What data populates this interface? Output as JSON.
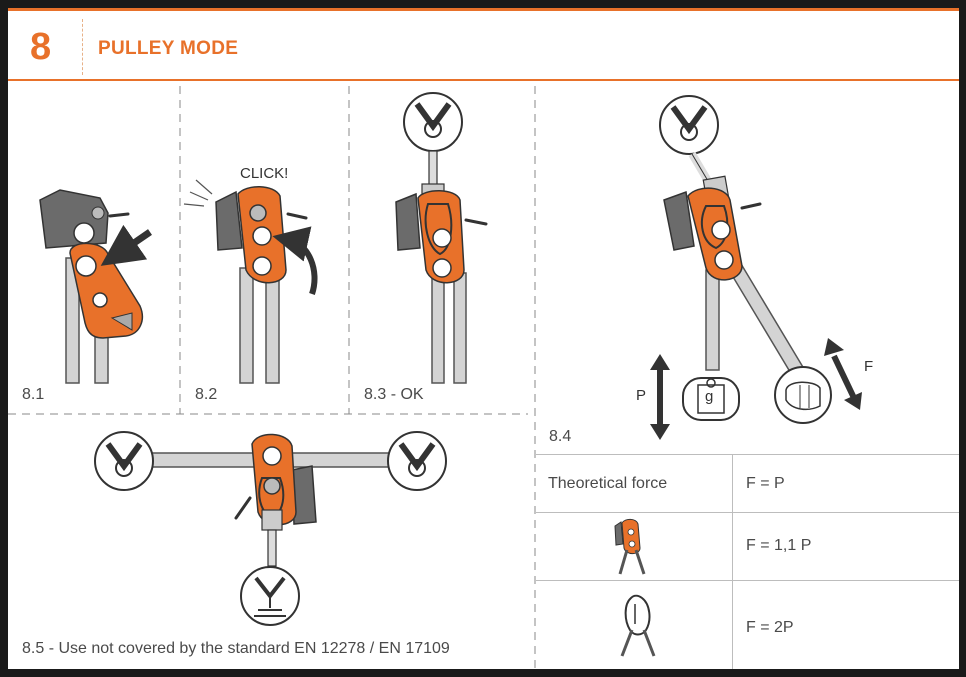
{
  "header": {
    "section_number": "8",
    "title": "PULLEY MODE"
  },
  "steps": {
    "s1": "8.1",
    "s2": "8.2",
    "s2_callout": "CLICK!",
    "s3": "8.3 - OK",
    "s4": "8.4",
    "s4_p": "P",
    "s4_f": "F",
    "s4_weight": "g",
    "s5": "8.5 - Use not covered by the standard EN 12278 / EN 17109"
  },
  "force_table": {
    "header_label": "Theoretical force",
    "header_value": "F = P",
    "rows": [
      {
        "device_icon": "pulley-device-icon",
        "value": "F = 1,1 P"
      },
      {
        "device_icon": "carabiner-icon",
        "value": "F = 2P"
      }
    ]
  },
  "colors": {
    "accent": "#e8712a",
    "device_grey": "#6b6b6b",
    "rope": "#cfcfcf",
    "ink": "#333333"
  }
}
